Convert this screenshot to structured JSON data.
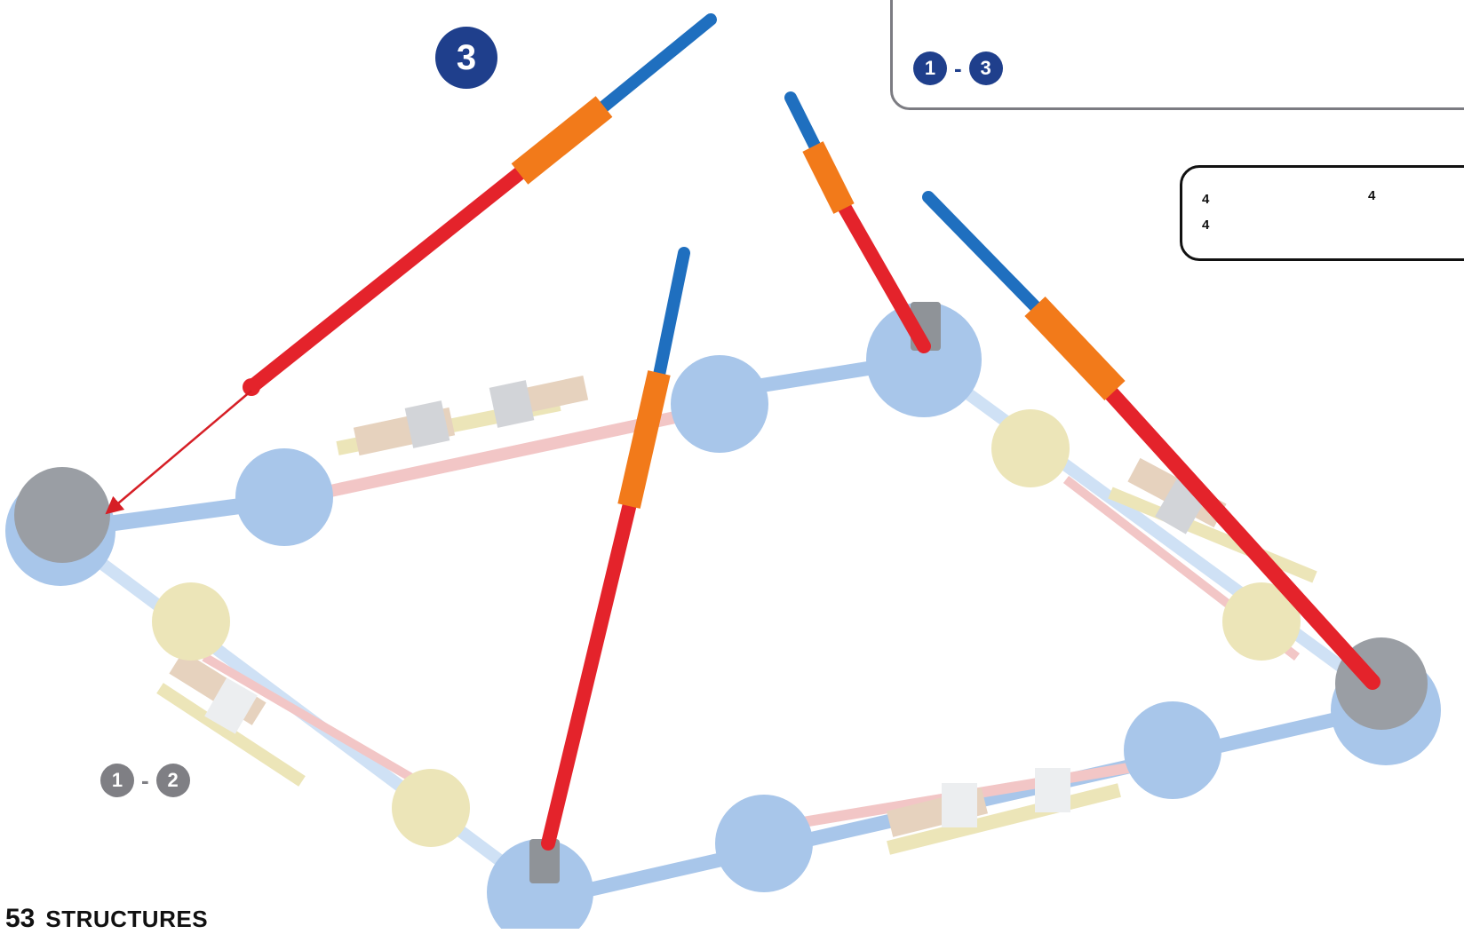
{
  "page": {
    "number": "53",
    "section": "STRUCTURES"
  },
  "step": {
    "number": "3"
  },
  "ranges": {
    "inset": {
      "from": "1",
      "to": "3",
      "dash": "-"
    },
    "previous": {
      "from": "1",
      "to": "2",
      "dash": "-"
    }
  },
  "parts_list": [
    {
      "qty": "4",
      "part": "blue-rod-icon"
    },
    {
      "qty": "4",
      "part": "red-rod-icon"
    },
    {
      "qty": "4",
      "part": "orange-connector-icon"
    }
  ],
  "colors": {
    "red_rod": "#e4232b",
    "blue_rod": "#1f6fbf",
    "orange_connector": "#f27a1a",
    "gray_connector": "#9a9ea4",
    "ghost_blue": "#a8c6ea",
    "ghost_blue_light": "#cfe1f5",
    "ghost_pink": "#f2c6c6",
    "ghost_cream": "#ece5b8",
    "ghost_tan": "#e6d2be",
    "step_badge": "#1f3f8c",
    "range_gray": "#7f7f84",
    "arrow": "#d61f26"
  }
}
